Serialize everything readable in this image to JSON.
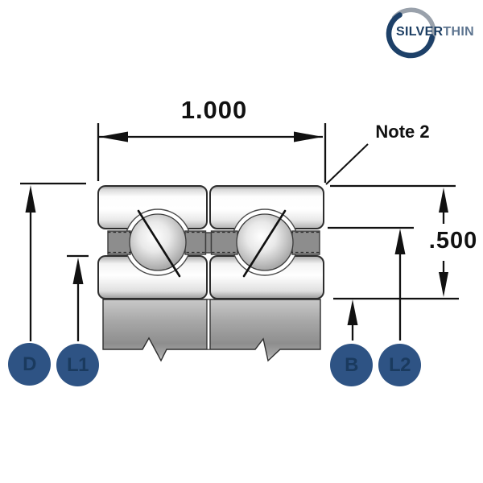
{
  "logo": {
    "brand_primary": "SILVER",
    "brand_secondary": "THIN",
    "primary_color": "#1c3e63",
    "secondary_color": "#5e7590"
  },
  "dimensions": {
    "overall_width": "1.000",
    "section_height": ".500",
    "note": "Note 2"
  },
  "callouts": {
    "outer_diameter": "D",
    "outer_land": "L1",
    "bore": "B",
    "inner_land": "L2",
    "circle_color": "#2e5384",
    "label_color": "#1a3a5e"
  },
  "drawing": {
    "subject": "duplex thin-section ball bearing cross-section",
    "line_color": "#111111"
  }
}
